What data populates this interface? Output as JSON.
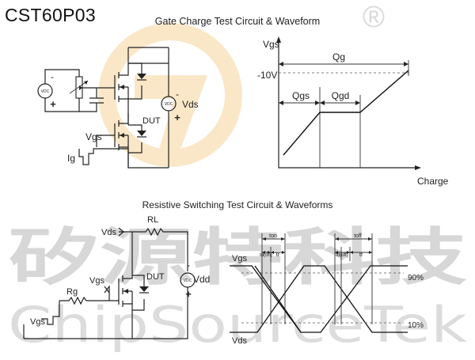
{
  "header": {
    "part_number": "CST60P03"
  },
  "watermark": {
    "registered_mark": "®",
    "chinese": "矽源特科技",
    "english": "ChipSourceTek",
    "logo_color": "#f5d59a"
  },
  "gate_charge": {
    "title": "Gate Charge Test Circuit & Waveform",
    "circuit": {
      "source_top_label": "VDC",
      "source_top_minus": "-",
      "source_top_plus": "+",
      "vds_label": "Vds",
      "vds_minus": "-",
      "vds_plus": "+",
      "source_right_label": "VDC",
      "dut_label": "DUT",
      "vgs_label": "Vgs",
      "ig_label": "Ig"
    },
    "waveform": {
      "y_axis_label": "Vgs",
      "x_axis_label": "Charge",
      "level_label": "-10V",
      "qg_label": "Qg",
      "qgs_label": "Qgs",
      "qgd_label": "Qgd"
    }
  },
  "resistive": {
    "title": "Resistive Switching Test Circuit & Waveforms",
    "circuit": {
      "vds_label": "Vds",
      "rl_label": "RL",
      "vdd_label": "Vdd",
      "vdd_minus": "-",
      "vdd_plus": "+",
      "source_label": "VDC",
      "dut_label": "DUT",
      "vgs_label": "Vgs",
      "rg_label": "Rg",
      "vgs_pulse_label": "Vgs"
    },
    "waveform": {
      "vgs_label": "Vgs",
      "vds_label": "Vds",
      "ton_label": "ton",
      "tdon_label": "td(on)",
      "tr_label": "tr",
      "toff_label": "toff",
      "tdoff_label": "td(off)",
      "tf_label": "tf",
      "pct_high_label": "90%",
      "pct_low_label": "10%"
    }
  }
}
